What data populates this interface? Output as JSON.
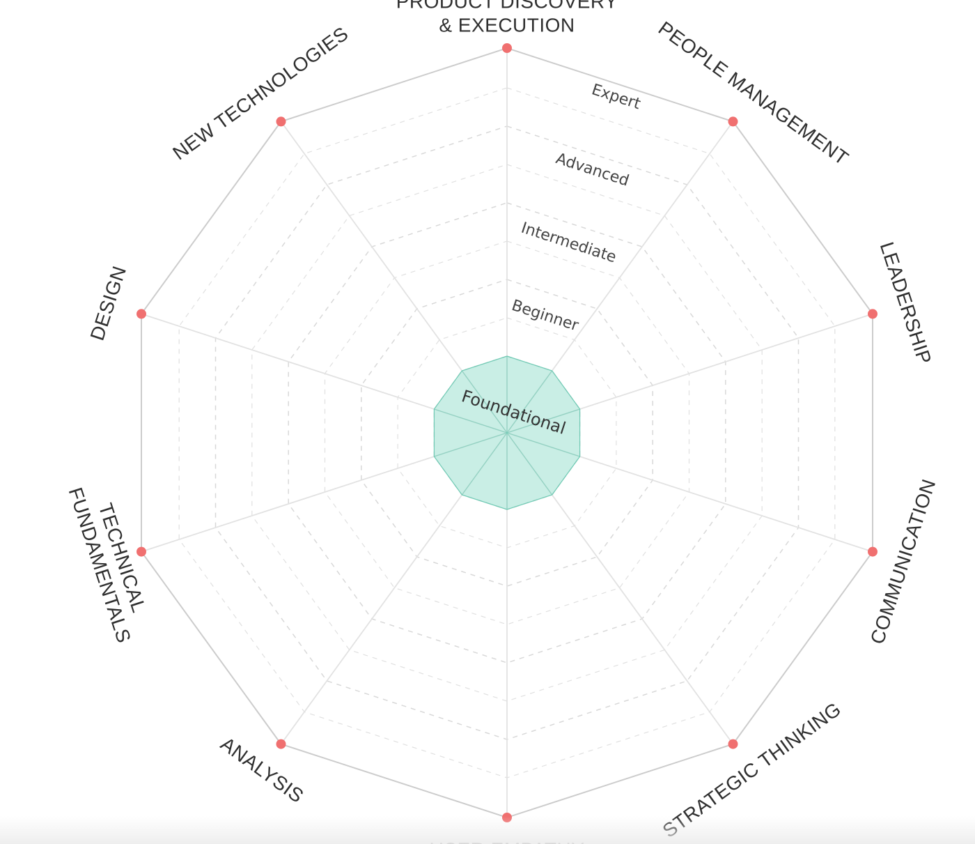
{
  "chart_data": {
    "type": "radar",
    "axes": [
      "PRODUCT DISCOVERY & EXECUTION",
      "PEOPLE MANAGEMENT",
      "LEADERSHIP",
      "COMMUNICATION",
      "STRATEGIC THINKING",
      "USER EMPATHY",
      "ANALYSIS",
      "TECHNICAL FUNDAMENTALS",
      "DESIGN",
      "NEW TECHNOLOGIES"
    ],
    "axis_label_lines": [
      [
        "PRODUCT DISCOVERY",
        "& EXECUTION"
      ],
      [
        "PEOPLE MANAGEMENT"
      ],
      [
        "LEADERSHIP"
      ],
      [
        "COMMUNICATION"
      ],
      [
        "STRATEGIC THINKING"
      ],
      [
        "USER EMPATHY"
      ],
      [
        "ANALYSIS"
      ],
      [
        "TECHNICAL",
        "FUNDAMENTALS"
      ],
      [
        "DESIGN"
      ],
      [
        "NEW TECHNOLOGIES"
      ]
    ],
    "levels": [
      "Foundational",
      "Beginner",
      "Intermediate",
      "Advanced",
      "Expert"
    ],
    "scale_max": 5,
    "series": [
      {
        "values": [
          1,
          1,
          1,
          1,
          1,
          1,
          1,
          1,
          1,
          1
        ]
      }
    ],
    "colors": {
      "fill": "#7fd6c1",
      "stroke": "#6fcab4",
      "vertex_marker": "#f07070",
      "grid": "#d8d8d8",
      "outer_ring": "#cccccc",
      "text": "#2f2f2f"
    },
    "grid": true,
    "legend": "none"
  }
}
